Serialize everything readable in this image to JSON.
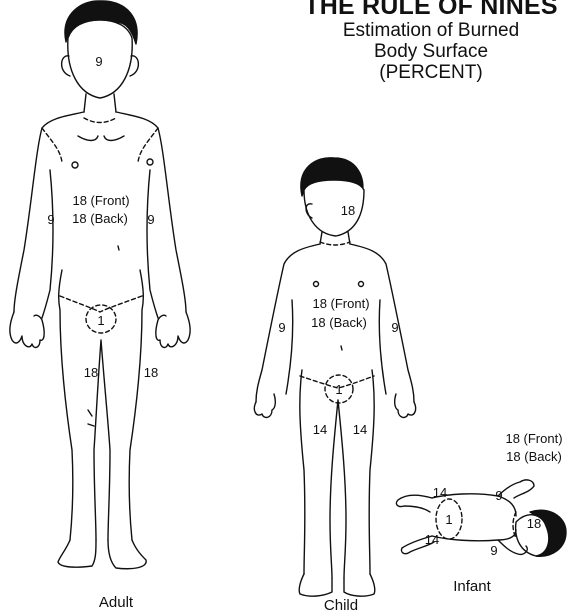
{
  "title": {
    "main": "THE RULE OF NINES",
    "sub1": "Estimation of Burned",
    "sub2": "Body Surface",
    "sub3": "(PERCENT)"
  },
  "adult": {
    "caption": "Adult",
    "head": "9",
    "trunk_front": "18 (Front)",
    "trunk_back": "18 (Back)",
    "arm_right": "9",
    "arm_left": "9",
    "genital": "1",
    "leg_right": "18",
    "leg_left": "18"
  },
  "child": {
    "caption": "Child",
    "head": "18",
    "trunk_front": "18 (Front)",
    "trunk_back": "18 (Back)",
    "arm_right": "9",
    "arm_left": "9",
    "genital": "1",
    "leg_right": "14",
    "leg_left": "14"
  },
  "infant": {
    "caption": "Infant",
    "trunk_front": "18 (Front)",
    "trunk_back": "18 (Back)",
    "head": "18",
    "arm_upper": "9",
    "arm_lower": "9",
    "genital": "1",
    "leg_upper": "14",
    "leg_lower": "14"
  }
}
